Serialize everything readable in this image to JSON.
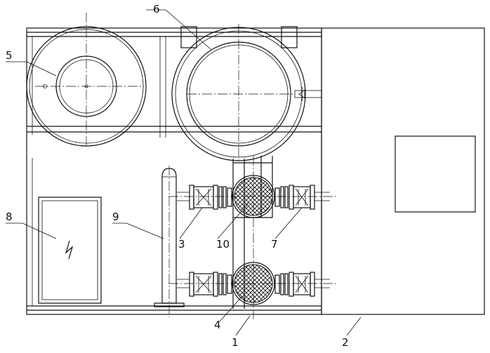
{
  "drawing": {
    "callouts": [
      {
        "id": "c1",
        "label": "1"
      },
      {
        "id": "c2",
        "label": "2"
      },
      {
        "id": "c3",
        "label": "3"
      },
      {
        "id": "c4",
        "label": "4"
      },
      {
        "id": "c5",
        "label": "5"
      },
      {
        "id": "c6",
        "label": "6"
      },
      {
        "id": "c7",
        "label": "7"
      },
      {
        "id": "c8",
        "label": "8"
      },
      {
        "id": "c9",
        "label": "9"
      },
      {
        "id": "c10",
        "label": "10"
      }
    ],
    "colors": {
      "line": "#111111",
      "background": "#ffffff"
    }
  }
}
